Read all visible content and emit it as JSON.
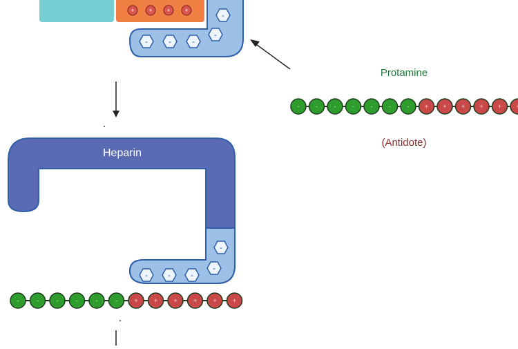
{
  "labels": {
    "heparin": "Heparin",
    "protamine": "Protamine",
    "antidote": "(Antidote)"
  },
  "symbols": {
    "negative": "-",
    "positive": "+"
  },
  "colors": {
    "heparin_fill": "#5a6ab3",
    "heparin_pale": "#9cc0e6",
    "heparin_edge": "#2f5fa8",
    "green_bead": "#2e9d2e",
    "red_bead": "#c94848",
    "bead_outline": "#1d3a1d",
    "teal_block": "#76cfd3",
    "orange_block": "#f07f44",
    "protamine_text": "#1e7a3a",
    "antidote_text": "#8b2a2a",
    "arrow": "#222222"
  },
  "protamine_chain": {
    "green_count": 7,
    "red_count": 6
  },
  "bound_chain": {
    "green_count": 6,
    "red_count": 6
  },
  "orange_block_positive_count": 4,
  "negative_group_count": 5
}
